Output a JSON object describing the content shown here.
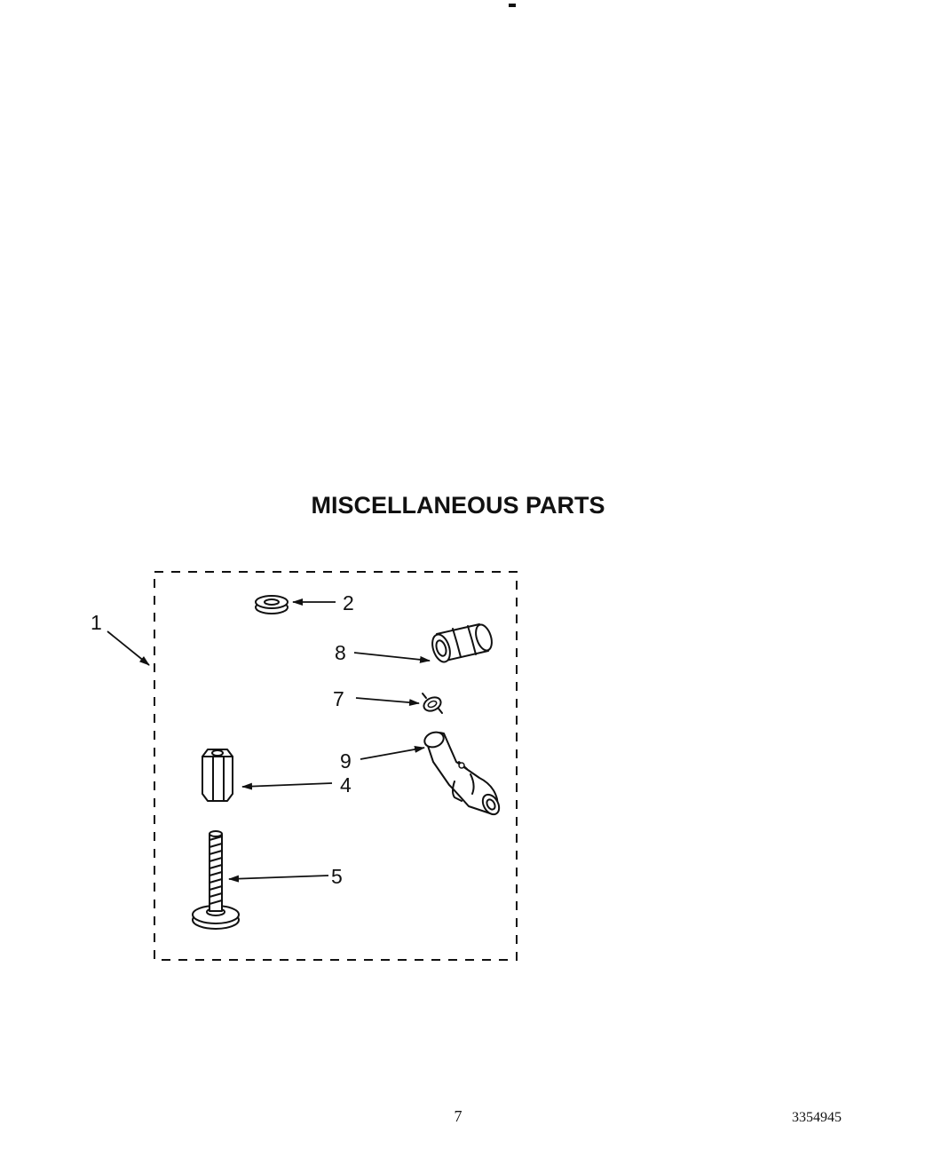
{
  "title": "MISCELLANEOUS PARTS",
  "callouts": {
    "kit": "1",
    "washer": "2",
    "nut": "4",
    "screw": "5",
    "clamp": "7",
    "coupling": "8",
    "elbow": "9"
  },
  "footer": {
    "page_number": "7",
    "document_number": "3354945"
  }
}
